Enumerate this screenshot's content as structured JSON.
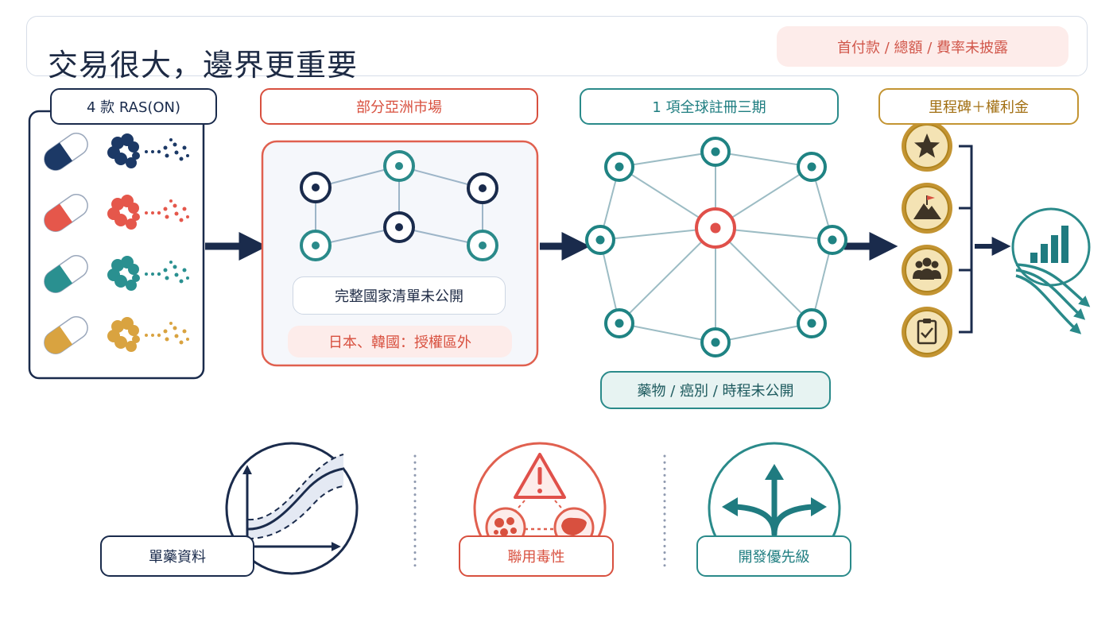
{
  "title": "交易很大，邊界更重要",
  "terms_badge": "首付款 / 總額 / 費率未披露",
  "stages": {
    "assets": {
      "label": "4 款 RAS(ON)"
    },
    "territory": {
      "label": "部分亞洲市場",
      "note": "完整國家清單未公開",
      "exclusion": "日本、韓國：授權區外"
    },
    "global_trial": {
      "label": "1 項全球註冊三期",
      "note": "藥物 / 癌別 / 時程未公開"
    },
    "payments": {
      "label": "里程碑＋權利金"
    }
  },
  "considerations": [
    {
      "label": "單藥資料"
    },
    {
      "label": "聯用毒性"
    },
    {
      "label": "開發優先級"
    }
  ],
  "colors": {
    "navy": "#1a2b4c",
    "red": "#d8503f",
    "teal": "#2a8a8a",
    "gold": "#c39432",
    "pill_colors": [
      "#1c3966",
      "#e5574b",
      "#2a9090",
      "#d9a340"
    ]
  },
  "icons": {
    "payment_medals": [
      "star-icon",
      "mountain-flag-icon",
      "people-icon",
      "clipboard-check-icon"
    ],
    "growth": "growth-chart-icon",
    "considerations": [
      "dose-response-curve-icon",
      "warning-organ-icon",
      "diverging-arrows-icon"
    ]
  }
}
